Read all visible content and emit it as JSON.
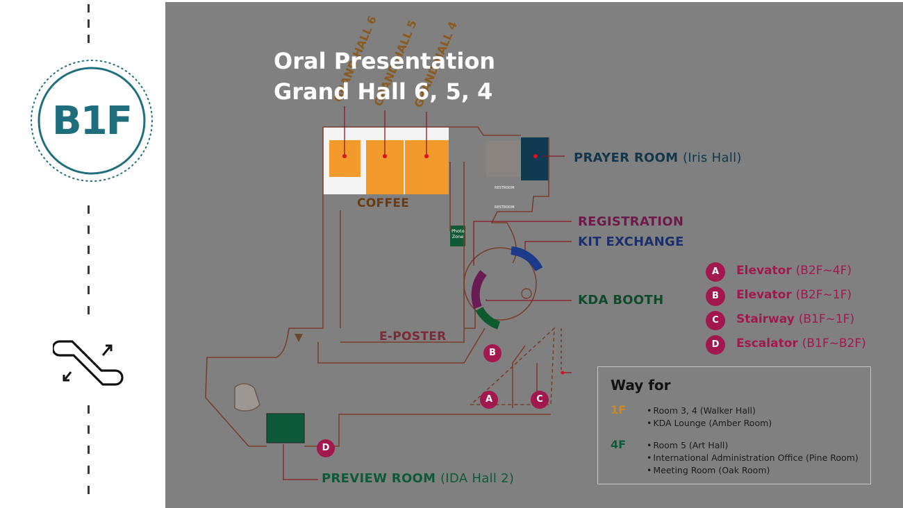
{
  "floor_badge": {
    "text": "B1F",
    "color": "#1e6e7d"
  },
  "oral": {
    "line1": "Oral Presentation",
    "line2": "Grand Hall 6, 5, 4"
  },
  "grand_halls": [
    "GRAND HALL 6",
    "GRAND HALL 5",
    "GRAND HALL 4"
  ],
  "rooms": {
    "prayer": {
      "name": "PRAYER ROOM",
      "sub": "(Iris Hall)",
      "color": "#12374a"
    },
    "registration": {
      "name": "REGISTRATION",
      "color": "#6d1a4a"
    },
    "kit_exchange": {
      "name": "KIT EXCHANGE",
      "color": "#1b2f6b"
    },
    "kda_booth": {
      "name": "KDA BOOTH",
      "color": "#0f4a2a"
    },
    "eposter": {
      "name": "E-POSTER",
      "color": "#7a2a38"
    },
    "coffee": {
      "name": "COFFEE",
      "color": "#6b3a0f"
    },
    "preview": {
      "name": "PREVIEW ROOM",
      "sub": "(IDA Hall 2)",
      "color": "#0d5a3a"
    },
    "photo_zone": {
      "line1": "Photo",
      "line2": "Zone"
    },
    "restroom": "RESTROOM"
  },
  "legend": [
    {
      "letter": "A",
      "name": "Elevator",
      "range": "(B2F~4F)"
    },
    {
      "letter": "B",
      "name": "Elevator",
      "range": "(B2F~1F)"
    },
    {
      "letter": "C",
      "name": "Stairway",
      "range": "(B1F~1F)"
    },
    {
      "letter": "D",
      "name": "Escalator",
      "range": "(B1F~B2F)"
    }
  ],
  "way_for": {
    "title": "Way for",
    "floors": [
      {
        "floor": "1F",
        "color": "#c98a2a",
        "items": [
          "Room 3, 4 (Walker Hall)",
          "KDA Lounge (Amber Room)"
        ]
      },
      {
        "floor": "4F",
        "color": "#0d5a3a",
        "items": [
          "Room 5 (Art Hall)",
          "International Administration Office (Pine Room)",
          "Meeting Room (Oak Room)"
        ]
      }
    ]
  },
  "colors": {
    "map_bg": "#808080",
    "hall_orange": "#f29b2c",
    "badge_magenta": "#a3174f",
    "wall_line": "#7a3e2a",
    "leader_red": "#8a1a2a"
  }
}
